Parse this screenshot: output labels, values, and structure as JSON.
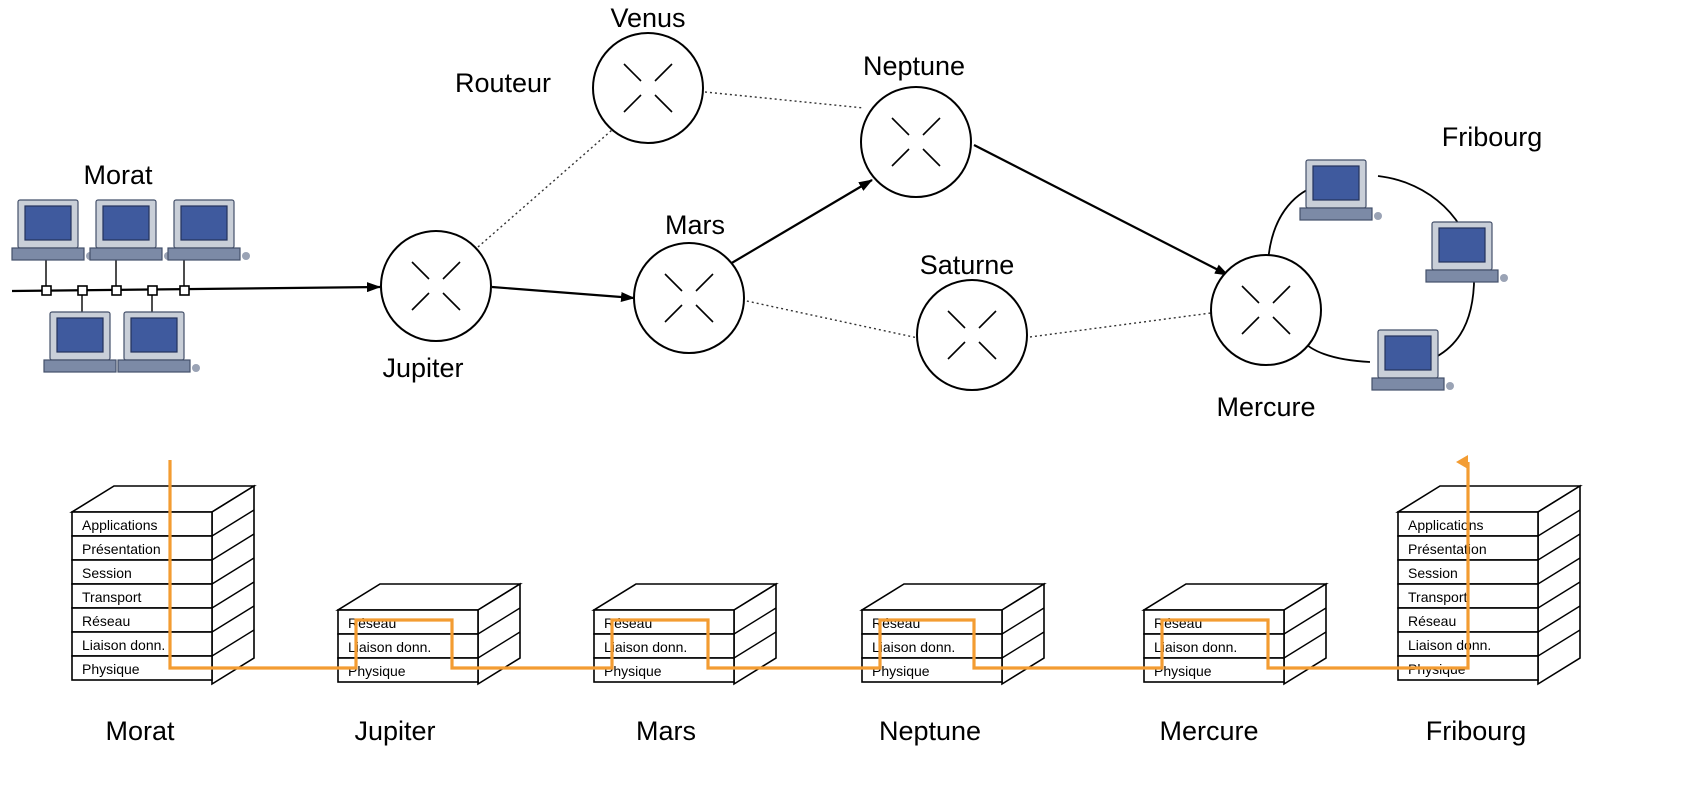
{
  "routers": {
    "venus": "Venus",
    "neptune": "Neptune",
    "mars": "Mars",
    "saturne": "Saturne",
    "jupiter": "Jupiter",
    "mercure": "Mercure"
  },
  "router_caption": "Routeur",
  "networks": {
    "morat": "Morat",
    "fribourg": "Fribourg"
  },
  "stacks": [
    {
      "name": "Morat",
      "layers": [
        "Applications",
        "Présentation",
        "Session",
        "Transport",
        "Réseau",
        "Liaison donn.",
        "Physique"
      ]
    },
    {
      "name": "Jupiter",
      "layers": [
        "Réseau",
        "Liaison donn.",
        "Physique"
      ]
    },
    {
      "name": "Mars",
      "layers": [
        "Réseau",
        "Liaison donn.",
        "Physique"
      ]
    },
    {
      "name": "Neptune",
      "layers": [
        "Réseau",
        "Liaison donn.",
        "Physique"
      ]
    },
    {
      "name": "Mercure",
      "layers": [
        "Réseau",
        "Liaison donn.",
        "Physique"
      ]
    },
    {
      "name": "Fribourg",
      "layers": [
        "Applications",
        "Présentation",
        "Session",
        "Transport",
        "Réseau",
        "Liaison donn.",
        "Physique"
      ]
    }
  ],
  "colors": {
    "path": "#f39c32",
    "screen": "#3f5a9e"
  }
}
